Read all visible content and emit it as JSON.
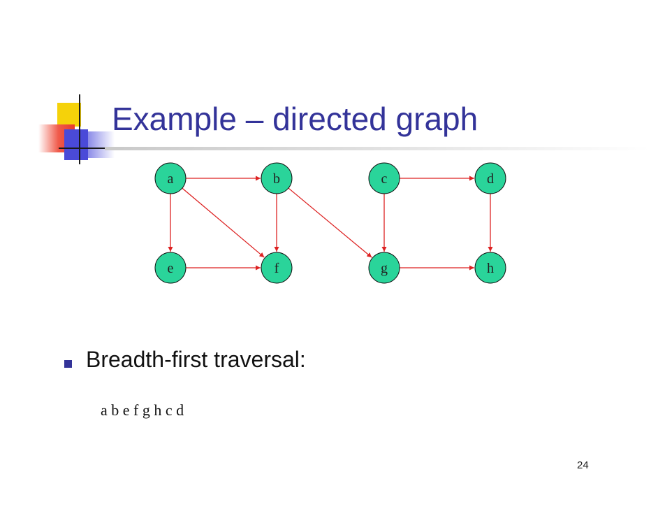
{
  "slide": {
    "title": "Example – directed graph",
    "bullet": "Breadth-first traversal:",
    "traversal_order": "a b e f g h c d",
    "page_number": "24"
  },
  "graph": {
    "node_fill": "#2ad49a",
    "edge_color": "#dd2222",
    "nodes": [
      {
        "id": "a",
        "label": "a"
      },
      {
        "id": "b",
        "label": "b"
      },
      {
        "id": "c",
        "label": "c"
      },
      {
        "id": "d",
        "label": "d"
      },
      {
        "id": "e",
        "label": "e"
      },
      {
        "id": "f",
        "label": "f"
      },
      {
        "id": "g",
        "label": "g"
      },
      {
        "id": "h",
        "label": "h"
      }
    ],
    "edges": [
      {
        "from": "a",
        "to": "b"
      },
      {
        "from": "a",
        "to": "e"
      },
      {
        "from": "a",
        "to": "f"
      },
      {
        "from": "b",
        "to": "f"
      },
      {
        "from": "b",
        "to": "g"
      },
      {
        "from": "c",
        "to": "d"
      },
      {
        "from": "c",
        "to": "g"
      },
      {
        "from": "d",
        "to": "h"
      },
      {
        "from": "e",
        "to": "f"
      },
      {
        "from": "g",
        "to": "h"
      }
    ]
  }
}
